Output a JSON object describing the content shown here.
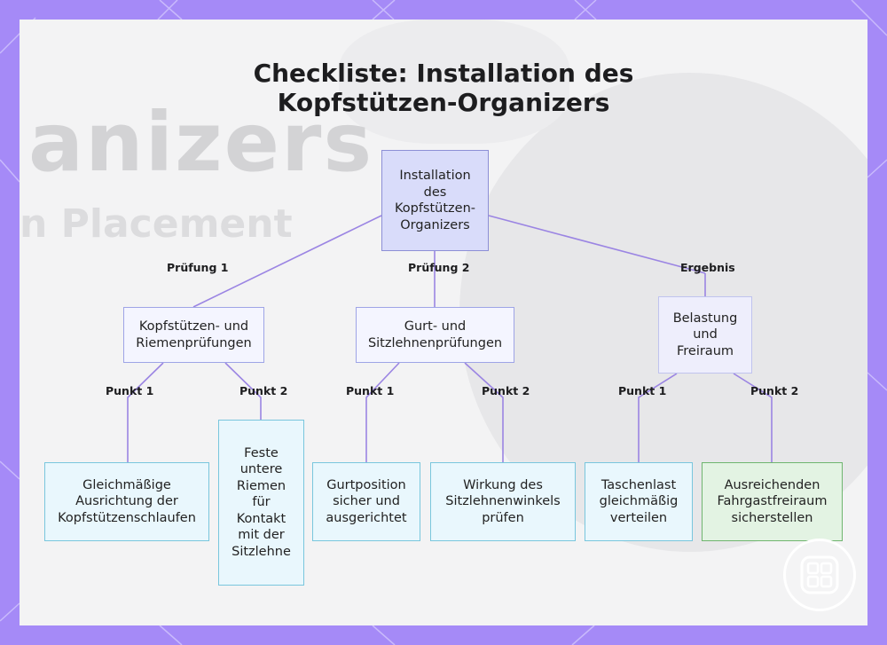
{
  "title": {
    "line1": "Checkliste: Installation des",
    "line2": "Kopfstützen-Organizers"
  },
  "background_text": {
    "large": "anizers",
    "small": "n Placement"
  },
  "colors": {
    "frame": "#a58af7",
    "edge": "#9b85e3",
    "root_fill": "#d9dcfa",
    "leaf_fill": "#e9f7fd",
    "leaf_green_fill": "#e3f3e3"
  },
  "diagram": {
    "root": {
      "label": "Installation des Kopfstützen-Organizers"
    },
    "branches": [
      {
        "edge_label": "Prüfung 1",
        "label": "Kopfstützen- und Riemenprüfungen",
        "children": [
          {
            "edge_label": "Punkt 1",
            "label": "Gleichmäßige Ausrichtung der Kopfstützenschlaufen"
          },
          {
            "edge_label": "Punkt 2",
            "label": "Feste untere Riemen für Kontakt mit der Sitzlehne"
          }
        ]
      },
      {
        "edge_label": "Prüfung 2",
        "label": "Gurt- und Sitzlehnenprüfungen",
        "children": [
          {
            "edge_label": "Punkt 1",
            "label": "Gurtposition sicher und ausgerichtet"
          },
          {
            "edge_label": "Punkt 2",
            "label": "Wirkung des Sitzlehnenwinkels prüfen"
          }
        ]
      },
      {
        "edge_label": "Ergebnis",
        "label": "Belastung und Freiraum",
        "children": [
          {
            "edge_label": "Punkt 1",
            "label": "Taschenlast gleichmäßig verteilen"
          },
          {
            "edge_label": "Punkt 2",
            "label": "Ausreichenden Fahrgastfreiraum sicherstellen"
          }
        ]
      }
    ]
  },
  "logo": {
    "icon": "grid-logo-icon"
  }
}
